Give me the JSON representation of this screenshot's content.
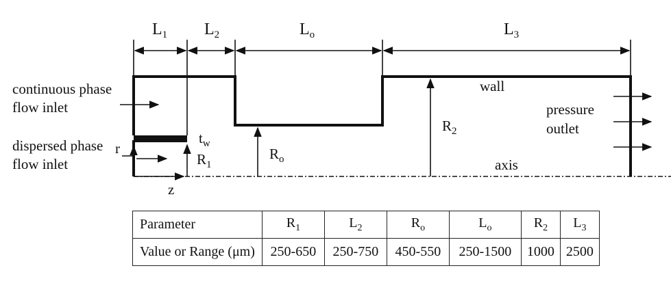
{
  "dimensions": {
    "L1": {
      "main": "L",
      "sub": "1"
    },
    "L2": {
      "main": "L",
      "sub": "2"
    },
    "Lo": {
      "main": "L",
      "sub": "o"
    },
    "L3": {
      "main": "L",
      "sub": "3"
    }
  },
  "labels": {
    "continuous_line1": "continuous phase",
    "continuous_line2": "flow inlet",
    "dispersed_line1": "dispersed phase",
    "dispersed_line2": "flow inlet",
    "wall": "wall",
    "pressure_line1": "pressure",
    "pressure_line2": "outlet",
    "axis": "axis",
    "r": "r",
    "z": "z",
    "tw": {
      "main": "t",
      "sub": "w"
    },
    "R1": {
      "main": "R",
      "sub": "1"
    },
    "Ro": {
      "main": "R",
      "sub": "o"
    },
    "R2": {
      "main": "R",
      "sub": "2"
    }
  },
  "table": {
    "header": [
      {
        "main": "Parameter",
        "sub": ""
      },
      {
        "main": "R",
        "sub": "1"
      },
      {
        "main": "L",
        "sub": "2"
      },
      {
        "main": "R",
        "sub": "o"
      },
      {
        "main": "L",
        "sub": "o"
      },
      {
        "main": "R",
        "sub": "2"
      },
      {
        "main": "L",
        "sub": "3"
      }
    ],
    "row": [
      "Value or Range (μm)",
      "250-650",
      "250-750",
      "450-550",
      "250-1500",
      "1000",
      "2500"
    ]
  }
}
